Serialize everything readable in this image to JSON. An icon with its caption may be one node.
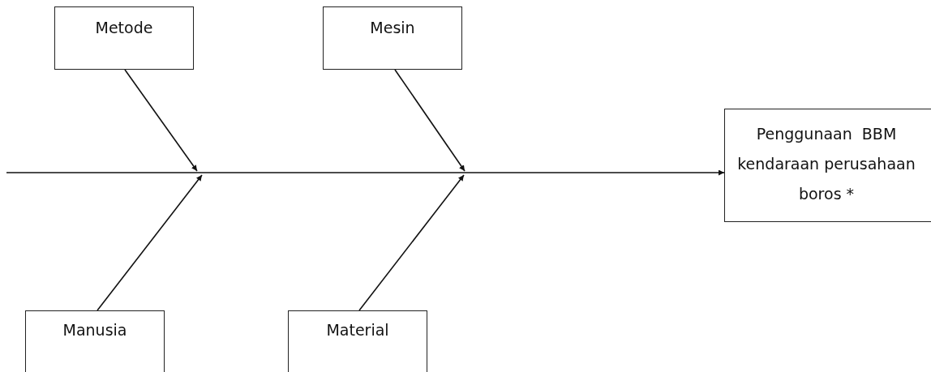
{
  "diagram": {
    "nodes": [
      {
        "text": [
          "Metode"
        ]
      },
      {
        "text": [
          "Mesin"
        ]
      },
      {
        "text": [
          "Manusia"
        ]
      },
      {
        "text": [
          "Material"
        ]
      },
      {
        "text": [
          "Penggunaan  BBM kendaraan perusahaan boros *"
        ]
      }
    ],
    "edges": [
      {
        "from": null,
        "to": 4,
        "arrow": "to"
      },
      {
        "from": 0,
        "to": null,
        "arrow": "to"
      },
      {
        "from": 1,
        "to": null,
        "arrow": "to"
      },
      {
        "from": 2,
        "to": null,
        "arrow": "to"
      },
      {
        "from": 3,
        "to": null,
        "arrow": "to"
      }
    ]
  }
}
